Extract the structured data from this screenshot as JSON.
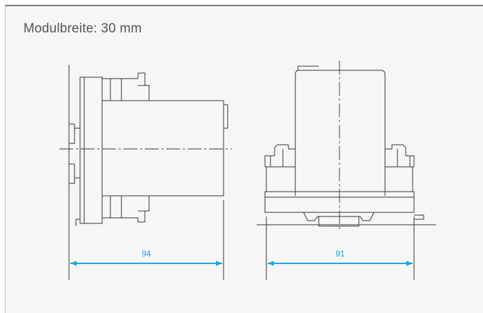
{
  "caption": "Modulbreite: 30 mm",
  "dimensions": {
    "side_width": "94",
    "front_width": "91"
  },
  "colors": {
    "frame_background": "#f6f6f6",
    "frame_border": "#777777",
    "outline": "#333333",
    "dimension_arrow": "#1aa6d9"
  }
}
